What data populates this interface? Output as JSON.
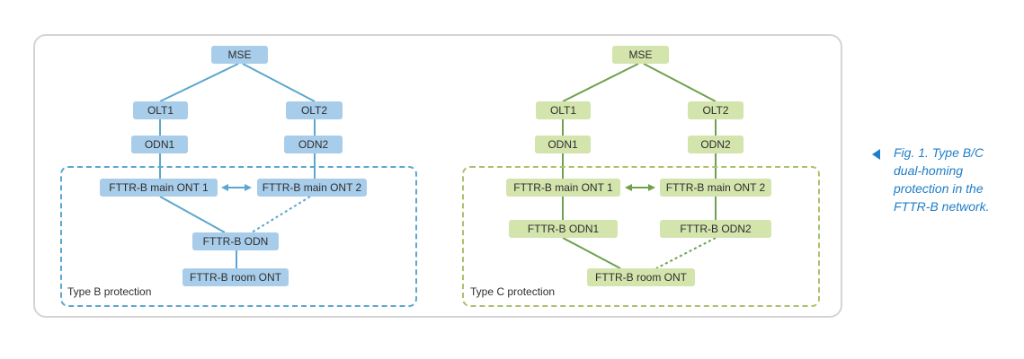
{
  "diagram_b": {
    "mse": "MSE",
    "olt1": "OLT1",
    "olt2": "OLT2",
    "odn1": "ODN1",
    "odn2": "ODN2",
    "main_ont_1": "FTTR-B main ONT 1",
    "main_ont_2": "FTTR-B main ONT 2",
    "fttr_odn": "FTTR-B ODN",
    "room_ont": "FTTR-B room ONT",
    "protection_label": "Type B protection"
  },
  "diagram_c": {
    "mse": "MSE",
    "olt1": "OLT1",
    "olt2": "OLT2",
    "odn1": "ODN1",
    "odn2": "ODN2",
    "main_ont_1": "FTTR-B main ONT 1",
    "main_ont_2": "FTTR-B main ONT 2",
    "fttr_odn1": "FTTR-B ODN1",
    "fttr_odn2": "FTTR-B ODN2",
    "room_ont": "FTTR-B room ONT",
    "protection_label": "Type C protection"
  },
  "caption": {
    "lines": [
      "Fig. 1. Type B/C",
      "dual-homing",
      "protection in the",
      "FTTR-B network."
    ]
  },
  "colors": {
    "type_b_line": "#5ca7cd",
    "type_b_node": "#a8cdea",
    "type_c_line": "#6ea04e",
    "type_c_node": "#d3e4ad",
    "caption": "#1e7ec8"
  }
}
